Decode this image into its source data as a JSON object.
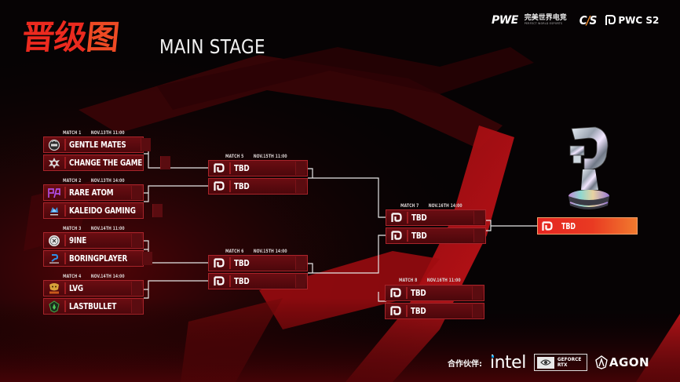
{
  "header": {
    "title_cn": [
      "晋",
      "级",
      "图"
    ],
    "title_en": "MAIN STAGE"
  },
  "brands": {
    "pwe": "PWE",
    "pw_cn": "完美世界电竞",
    "pw_en": "PERFECT WORLD ESPORTS",
    "cs": [
      "C",
      "/",
      "S"
    ],
    "pwc": "PWC S2"
  },
  "colors": {
    "slot_fill": "#5a0a0e",
    "slot_border": "#a8242a",
    "accent_red": "#e52521",
    "accent_orange": "#f17a2e",
    "connector": "#e6e6e6"
  },
  "matches": [
    {
      "label": "MATCH 1",
      "time": "NOV.13TH 11:00",
      "teams": [
        {
          "name": "GENTLE MATES",
          "logo": "gentle-mates-logo"
        },
        {
          "name": "CHANGE THE GAME",
          "logo": "change-the-game-logo"
        }
      ]
    },
    {
      "label": "MATCH 2",
      "time": "NOV.13TH 14:00",
      "teams": [
        {
          "name": "RARE ATOM",
          "logo": "rare-atom-logo"
        },
        {
          "name": "KALEIDO GAMING",
          "logo": "kaleido-gaming-logo"
        }
      ]
    },
    {
      "label": "MATCH 3",
      "time": "NOV.14TH 11:00",
      "teams": [
        {
          "name": "9INE",
          "logo": "9ine-logo"
        },
        {
          "name": "BORINGPLAYER",
          "logo": "boringplayer-logo"
        }
      ]
    },
    {
      "label": "MATCH 4",
      "time": "NOV.14TH 14:00",
      "teams": [
        {
          "name": "LVG",
          "logo": "lvg-logo"
        },
        {
          "name": "LASTBULLET",
          "logo": "lastbullet-logo"
        }
      ]
    },
    {
      "label": "MATCH 5",
      "time": "NOV.15TH 11:00",
      "teams": [
        {
          "name": "TBD",
          "logo": "pwc-logo"
        },
        {
          "name": "TBD",
          "logo": "pwc-logo"
        }
      ]
    },
    {
      "label": "MATCH 6",
      "time": "NOV.15TH 14:00",
      "teams": [
        {
          "name": "TBD",
          "logo": "pwc-logo"
        },
        {
          "name": "TBD",
          "logo": "pwc-logo"
        }
      ]
    },
    {
      "label": "MATCH 7",
      "time": "NOV.16TH 14:00",
      "teams": [
        {
          "name": "TBD",
          "logo": "pwc-logo"
        },
        {
          "name": "TBD",
          "logo": "pwc-logo"
        }
      ]
    },
    {
      "label": "MATCH 8",
      "time": "NOV.16TH 11:00",
      "teams": [
        {
          "name": "TBD",
          "logo": "pwc-logo"
        },
        {
          "name": "TBD",
          "logo": "pwc-logo"
        }
      ]
    }
  ],
  "champion": {
    "name": "TBD",
    "trophy": "pwc-trophy"
  },
  "partners": {
    "label": "合作伙伴:",
    "intel": "intel",
    "nvidia": "NVIDIA",
    "geforce": [
      "GEFORCE",
      "RTX"
    ],
    "agon": "AGON"
  }
}
